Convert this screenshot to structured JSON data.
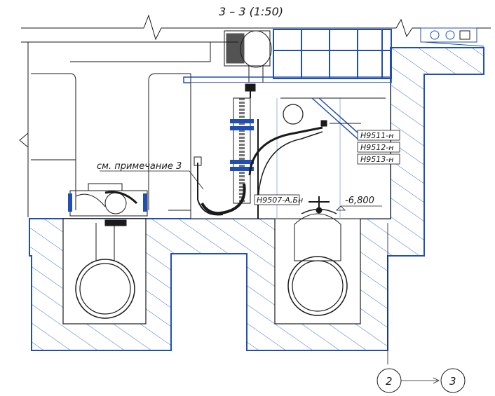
{
  "drawing": {
    "title": "3 – 3 (1:50)",
    "note_ref": "см. примечание 3",
    "elevation": "-6,800",
    "tags": [
      "H9511-н",
      "H9512-н",
      "H9513-н"
    ],
    "valve_tag": "H9507-A,Бн",
    "axes": [
      "2",
      "3"
    ]
  },
  "colors": {
    "line": "#1a1a1a",
    "blue": "#1f4fb5",
    "hatch": "#2a5bc4"
  }
}
